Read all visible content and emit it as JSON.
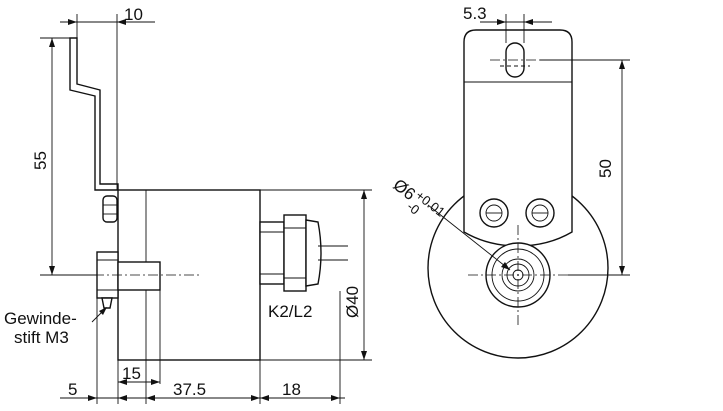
{
  "dimensions": {
    "bracket_width": "10",
    "bracket_height": "55",
    "hole_offset": "5.3",
    "bracket_top_to_center": "50",
    "shaft_diameter": "Ø6",
    "shaft_tol_upper": "+0.01",
    "shaft_tol_lower": "-0",
    "body_diameter": "Ø40",
    "left_offset": "5",
    "flange": "15",
    "body_length": "37.5",
    "connector_length": "18"
  },
  "labels": {
    "connector": "K2/L2",
    "setscrew_line1": "Gewinde-",
    "setscrew_line2": "stift M3"
  }
}
